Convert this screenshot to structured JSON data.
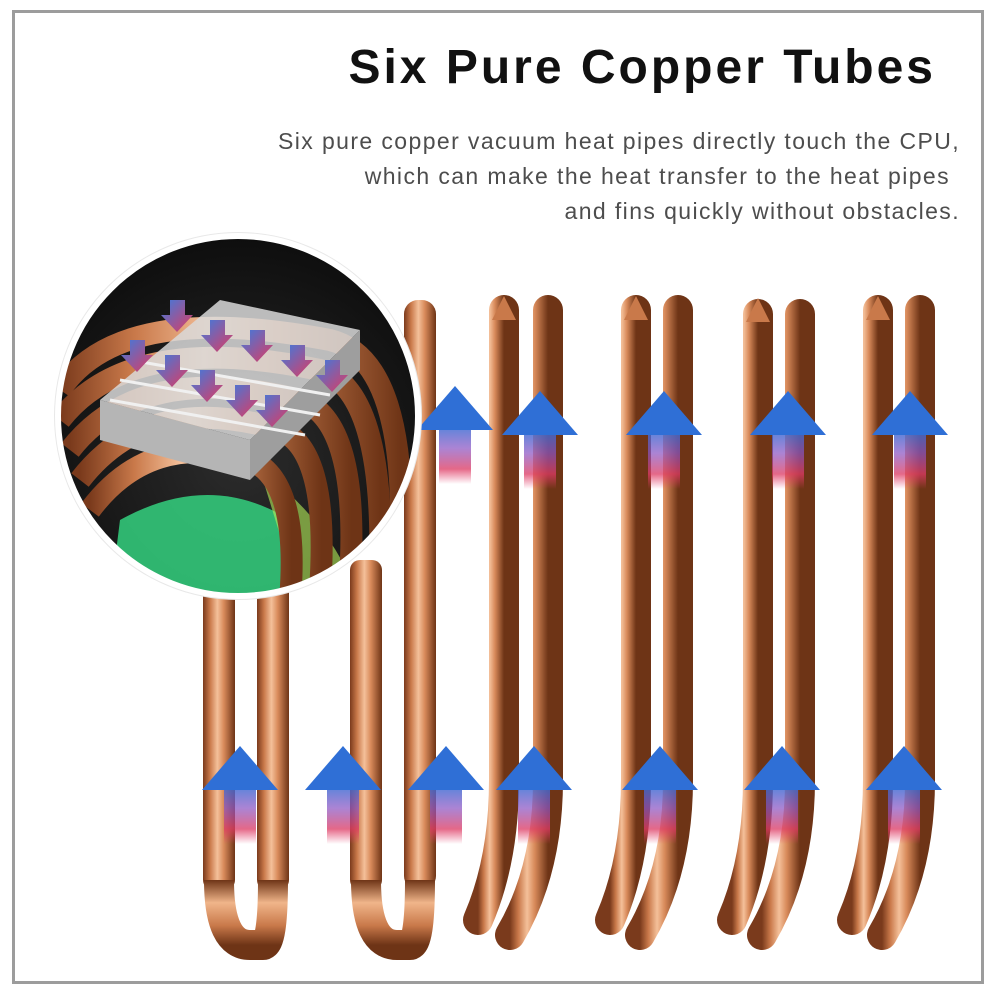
{
  "header": {
    "title": "Six Pure Copper Tubes",
    "description_lines": [
      "Six pure copper vacuum heat pipes directly touch the CPU,",
      "which can make the heat transfer to the heat pipes",
      "and fins quickly without obstacles."
    ]
  },
  "illustration": {
    "pipe_count": 6,
    "colors": {
      "copper": "#c9794a",
      "copper_highlight": "#f4c09a",
      "copper_shadow": "#7a3a1c",
      "arrow_blue": "#2f6fd6",
      "arrow_heat": "#d92e55",
      "frame_border": "#9c9c9c"
    },
    "icons": [
      "heat-flow-arrow-icon",
      "cpu-contact-block"
    ]
  }
}
